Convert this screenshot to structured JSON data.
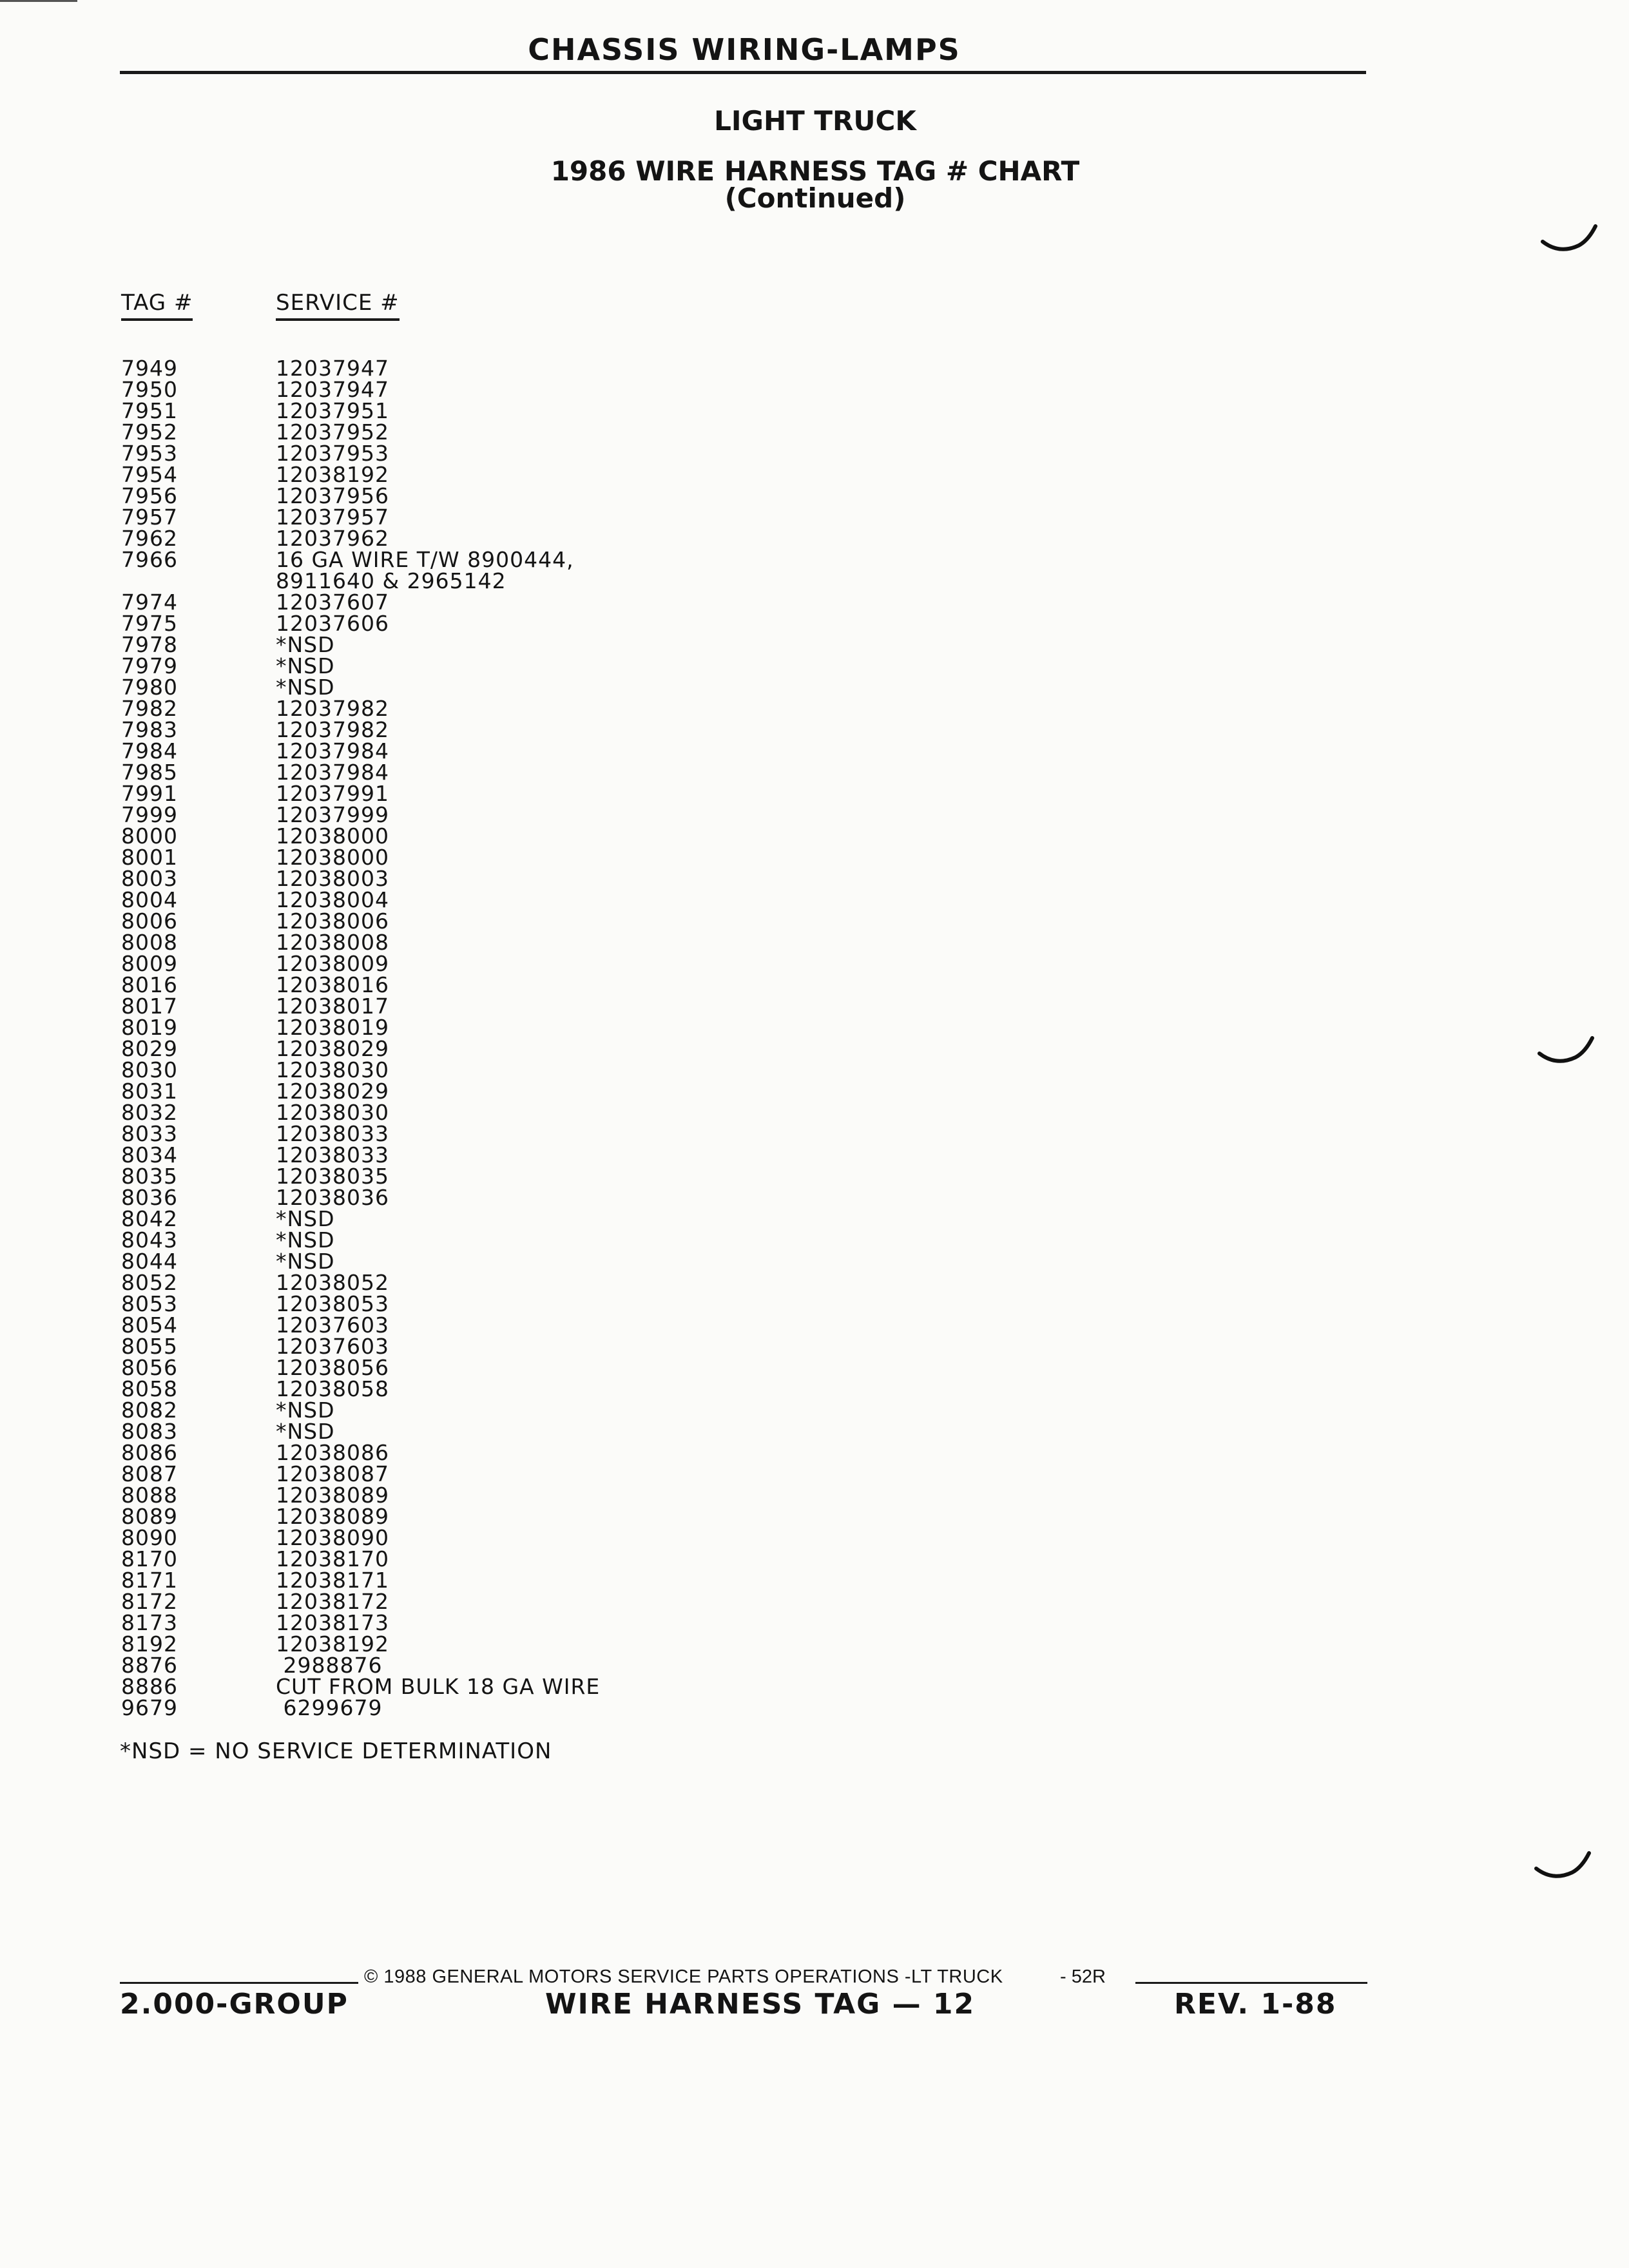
{
  "header": {
    "title": "CHASSIS WIRING-LAMPS",
    "subtitle": "LIGHT TRUCK",
    "chart_title": "1986 WIRE HARNESS TAG # CHART",
    "chart_title_cont": "(Continued)"
  },
  "columns": {
    "tag": "TAG #",
    "service": "SERVICE #"
  },
  "rows": [
    {
      "tag": "7949",
      "service": "12037947"
    },
    {
      "tag": "7950",
      "service": "12037947"
    },
    {
      "tag": "7951",
      "service": "12037951"
    },
    {
      "tag": "7952",
      "service": "12037952"
    },
    {
      "tag": "7953",
      "service": "12037953"
    },
    {
      "tag": "7954",
      "service": "12038192"
    },
    {
      "tag": "7956",
      "service": "12037956"
    },
    {
      "tag": "7957",
      "service": "12037957"
    },
    {
      "tag": "7962",
      "service": "12037962"
    },
    {
      "tag": "7966",
      "service": "16 GA WIRE T/W 8900444,",
      "service_cont": "8911640 & 2965142"
    },
    {
      "tag": "7974",
      "service": "12037607"
    },
    {
      "tag": "7975",
      "service": "12037606"
    },
    {
      "tag": "7978",
      "service": "*NSD"
    },
    {
      "tag": "7979",
      "service": "*NSD"
    },
    {
      "tag": "7980",
      "service": "*NSD"
    },
    {
      "tag": "7982",
      "service": "12037982"
    },
    {
      "tag": "7983",
      "service": "12037982"
    },
    {
      "tag": "7984",
      "service": "12037984"
    },
    {
      "tag": "7985",
      "service": "12037984"
    },
    {
      "tag": "7991",
      "service": "12037991"
    },
    {
      "tag": "7999",
      "service": "12037999"
    },
    {
      "tag": "8000",
      "service": "12038000"
    },
    {
      "tag": "8001",
      "service": "12038000"
    },
    {
      "tag": "8003",
      "service": "12038003"
    },
    {
      "tag": "8004",
      "service": "12038004"
    },
    {
      "tag": "8006",
      "service": "12038006"
    },
    {
      "tag": "8008",
      "service": "12038008"
    },
    {
      "tag": "8009",
      "service": "12038009"
    },
    {
      "tag": "8016",
      "service": "12038016"
    },
    {
      "tag": "8017",
      "service": "12038017"
    },
    {
      "tag": "8019",
      "service": "12038019"
    },
    {
      "tag": "8029",
      "service": "12038029"
    },
    {
      "tag": "8030",
      "service": "12038030"
    },
    {
      "tag": "8031",
      "service": "12038029"
    },
    {
      "tag": "8032",
      "service": "12038030"
    },
    {
      "tag": "8033",
      "service": "12038033"
    },
    {
      "tag": "8034",
      "service": "12038033"
    },
    {
      "tag": "8035",
      "service": "12038035"
    },
    {
      "tag": "8036",
      "service": "12038036"
    },
    {
      "tag": "8042",
      "service": "*NSD"
    },
    {
      "tag": "8043",
      "service": "*NSD"
    },
    {
      "tag": "8044",
      "service": "*NSD"
    },
    {
      "tag": "8052",
      "service": "12038052"
    },
    {
      "tag": "8053",
      "service": "12038053"
    },
    {
      "tag": "8054",
      "service": "12037603"
    },
    {
      "tag": "8055",
      "service": "12037603"
    },
    {
      "tag": "8056",
      "service": "12038056"
    },
    {
      "tag": "8058",
      "service": "12038058"
    },
    {
      "tag": "8082",
      "service": "*NSD"
    },
    {
      "tag": "8083",
      "service": "*NSD"
    },
    {
      "tag": "8086",
      "service": "12038086"
    },
    {
      "tag": "8087",
      "service": "12038087"
    },
    {
      "tag": "8088",
      "service": "12038089"
    },
    {
      "tag": "8089",
      "service": "12038089"
    },
    {
      "tag": "8090",
      "service": "12038090"
    },
    {
      "tag": "8170",
      "service": "12038170"
    },
    {
      "tag": "8171",
      "service": "12038171"
    },
    {
      "tag": "8172",
      "service": "12038172"
    },
    {
      "tag": "8173",
      "service": "12038173"
    },
    {
      "tag": "8192",
      "service": "12038192"
    },
    {
      "tag": "8876",
      "service": " 2988876"
    },
    {
      "tag": "8886",
      "service": "CUT FROM BULK 18 GA WIRE"
    },
    {
      "tag": "9679",
      "service": " 6299679"
    }
  ],
  "footnote": "*NSD = NO SERVICE DETERMINATION",
  "footer": {
    "copyright": "© 1988 GENERAL MOTORS SERVICE PARTS OPERATIONS -LT TRUCK",
    "page_code": "- 52R",
    "group": "2.000-GROUP",
    "section": "WIRE HARNESS TAG — 12",
    "revision": "REV.  1-88"
  },
  "marks": {
    "check_icon": "handwritten-check-mark"
  }
}
